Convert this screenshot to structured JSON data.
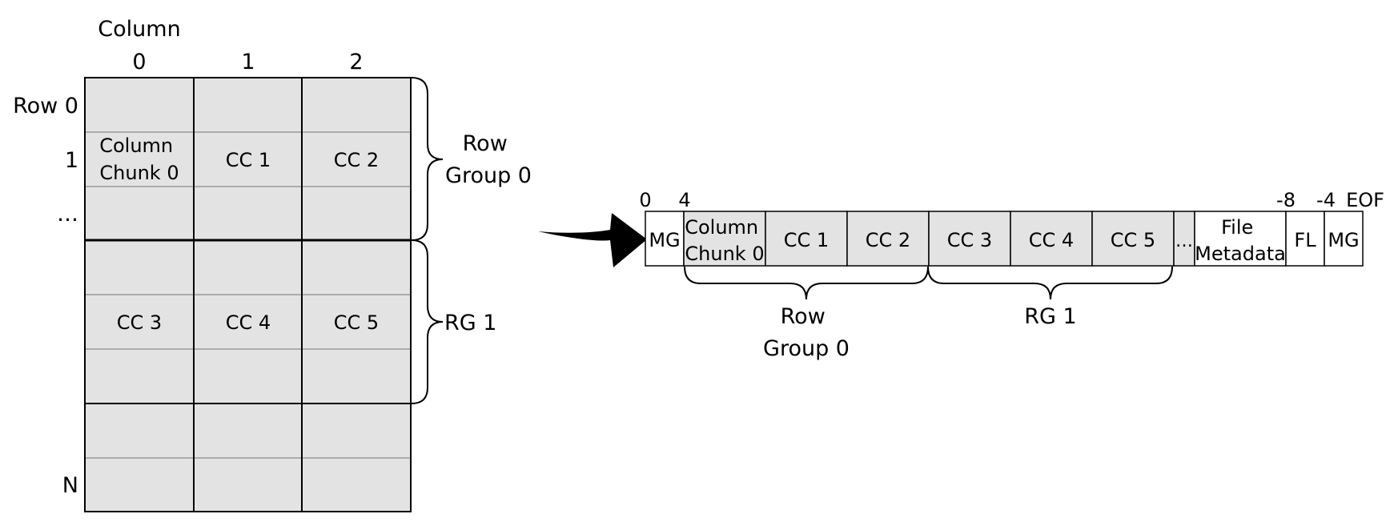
{
  "grid": {
    "column_header": "Column",
    "column_indices": [
      "0",
      "1",
      "2"
    ],
    "row_labels": [
      "Row 0",
      "1",
      "…",
      "N"
    ],
    "cells": [
      {
        "lines": [
          "Column",
          "Chunk 0"
        ]
      },
      {
        "lines": [
          "CC 1"
        ]
      },
      {
        "lines": [
          "CC 2"
        ]
      },
      {
        "lines": [
          "CC 3"
        ]
      },
      {
        "lines": [
          "CC 4"
        ]
      },
      {
        "lines": [
          "CC 5"
        ]
      }
    ],
    "groups": [
      {
        "lines": [
          "Row",
          "Group 0"
        ]
      },
      {
        "lines": [
          "RG 1"
        ]
      }
    ]
  },
  "file_layout": {
    "offsets": [
      "0",
      "4",
      "-8",
      "-4",
      "EOF"
    ],
    "segments": [
      {
        "lines": [
          "MG"
        ]
      },
      {
        "lines": [
          "Column",
          "Chunk 0"
        ]
      },
      {
        "lines": [
          "CC 1"
        ]
      },
      {
        "lines": [
          "CC 2"
        ]
      },
      {
        "lines": [
          "CC 3"
        ]
      },
      {
        "lines": [
          "CC 4"
        ]
      },
      {
        "lines": [
          "CC 5"
        ]
      },
      {
        "lines": [
          "…"
        ]
      },
      {
        "lines": [
          "File",
          "Metadata"
        ]
      },
      {
        "lines": [
          "FL"
        ]
      },
      {
        "lines": [
          "MG"
        ]
      }
    ],
    "groups": [
      {
        "lines": [
          "Row",
          "Group 0"
        ]
      },
      {
        "lines": [
          "RG 1"
        ]
      }
    ]
  },
  "colors": {
    "fill": "#e3e3e3",
    "white": "#ffffff",
    "stroke": "#000000",
    "divider": "#9a9a9a"
  }
}
